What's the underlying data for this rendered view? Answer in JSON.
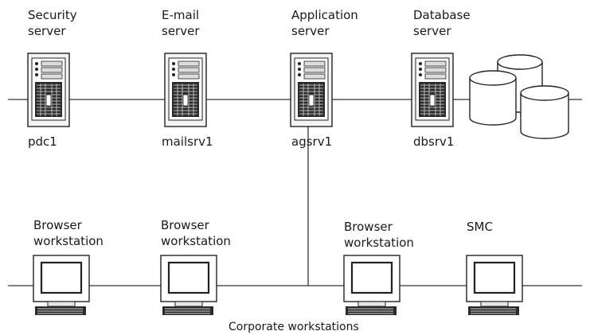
{
  "servers": [
    {
      "line1": "Security",
      "line2": "server",
      "host": "pdc1",
      "icon": "server-tower-icon"
    },
    {
      "line1": "E-mail",
      "line2": "server",
      "host": "mailsrv1",
      "icon": "server-tower-icon"
    },
    {
      "line1": "Application",
      "line2": "server",
      "host": "agsrv1",
      "icon": "server-tower-icon"
    },
    {
      "line1": "Database",
      "line2": "server",
      "host": "dbsrv1",
      "icon": "server-tower-icon"
    }
  ],
  "database_icon": "database-cylinders-icon",
  "workstations": [
    {
      "line1": "Browser",
      "line2": "workstation",
      "icon": "computer-monitor-icon"
    },
    {
      "line1": "Browser",
      "line2": "workstation",
      "icon": "computer-monitor-icon"
    },
    {
      "line1": "Browser",
      "line2": "workstation",
      "icon": "computer-monitor-icon"
    },
    {
      "line1": "SMC",
      "line2": "",
      "icon": "computer-monitor-icon"
    }
  ],
  "workstations_group_label": "Corporate workstations"
}
